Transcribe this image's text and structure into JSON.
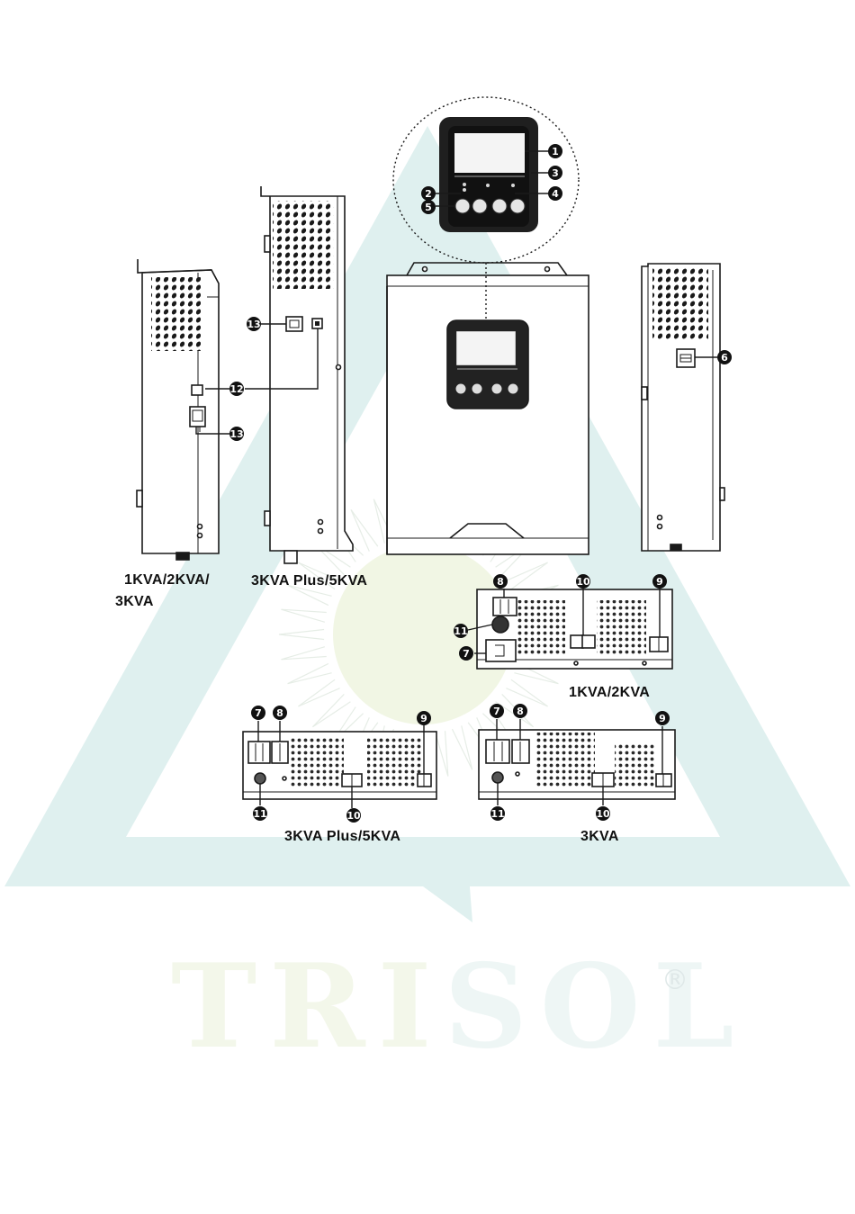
{
  "watermark": {
    "letters": [
      "T",
      "R",
      "I",
      "S",
      "O",
      "L"
    ],
    "registered_mark": "®",
    "colors": {
      "triangle": "#dff0ef",
      "text_teal": "#eef6f5",
      "text_green": "#f3f7ea",
      "sun": "#f1f6e4"
    }
  },
  "labels": {
    "side_small_line1": "1KVA/2KVA/",
    "side_small_line2": "3KVA",
    "side_large": "3KVA Plus/5KVA",
    "bottom_small": "1KVA/2KVA",
    "bottom_large": "3KVA Plus/5KVA",
    "bottom_3kva": "3KVA"
  },
  "callouts": {
    "c1": "1",
    "c2": "2",
    "c3": "3",
    "c4": "4",
    "c5": "5",
    "c6": "6",
    "c7": "7",
    "c8": "8",
    "c9": "9",
    "c10": "10",
    "c11": "11",
    "c12": "12",
    "c13": "13"
  },
  "colors": {
    "line": "#1a1a1a",
    "panel": "#222222",
    "lcd": "#f4f4f4",
    "paper": "#ffffff"
  }
}
